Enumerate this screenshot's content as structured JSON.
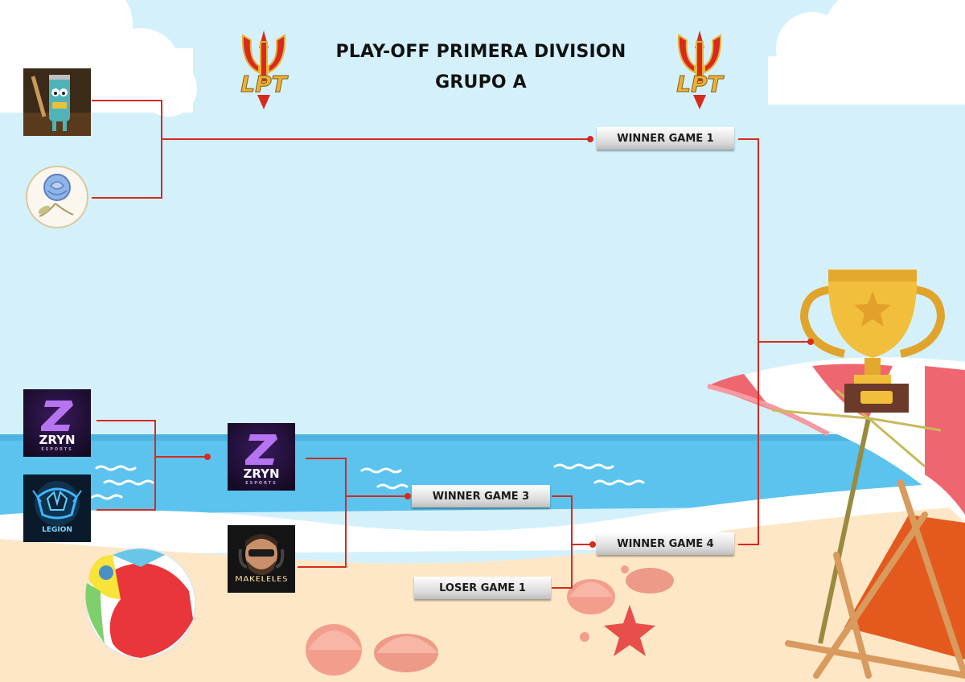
{
  "title": {
    "line1": "PLAY-OFF PRIMERA DIVISION",
    "line2": "GRUPO A"
  },
  "brand": {
    "logo_text": "LPT",
    "accent_red": "#d62a1e",
    "accent_gold": "#e8b33a"
  },
  "teams": {
    "zryn_name": "ZRYN",
    "zryn_sub": "ESPORTS",
    "legion_name": "LEGION",
    "makeleles_name": "MAKELELES"
  },
  "labels": {
    "winner_game_1": "WINNER GAME 1",
    "winner_game_3": "WINNER GAME 3",
    "winner_game_4": "WINNER GAME 4",
    "loser_game_1": "LOSER GAME 1"
  },
  "colors": {
    "sky": "#d4f1fb",
    "sea": "#5bc3ee",
    "sand": "#fde7c6",
    "bracket_line": "#d62a1e"
  }
}
